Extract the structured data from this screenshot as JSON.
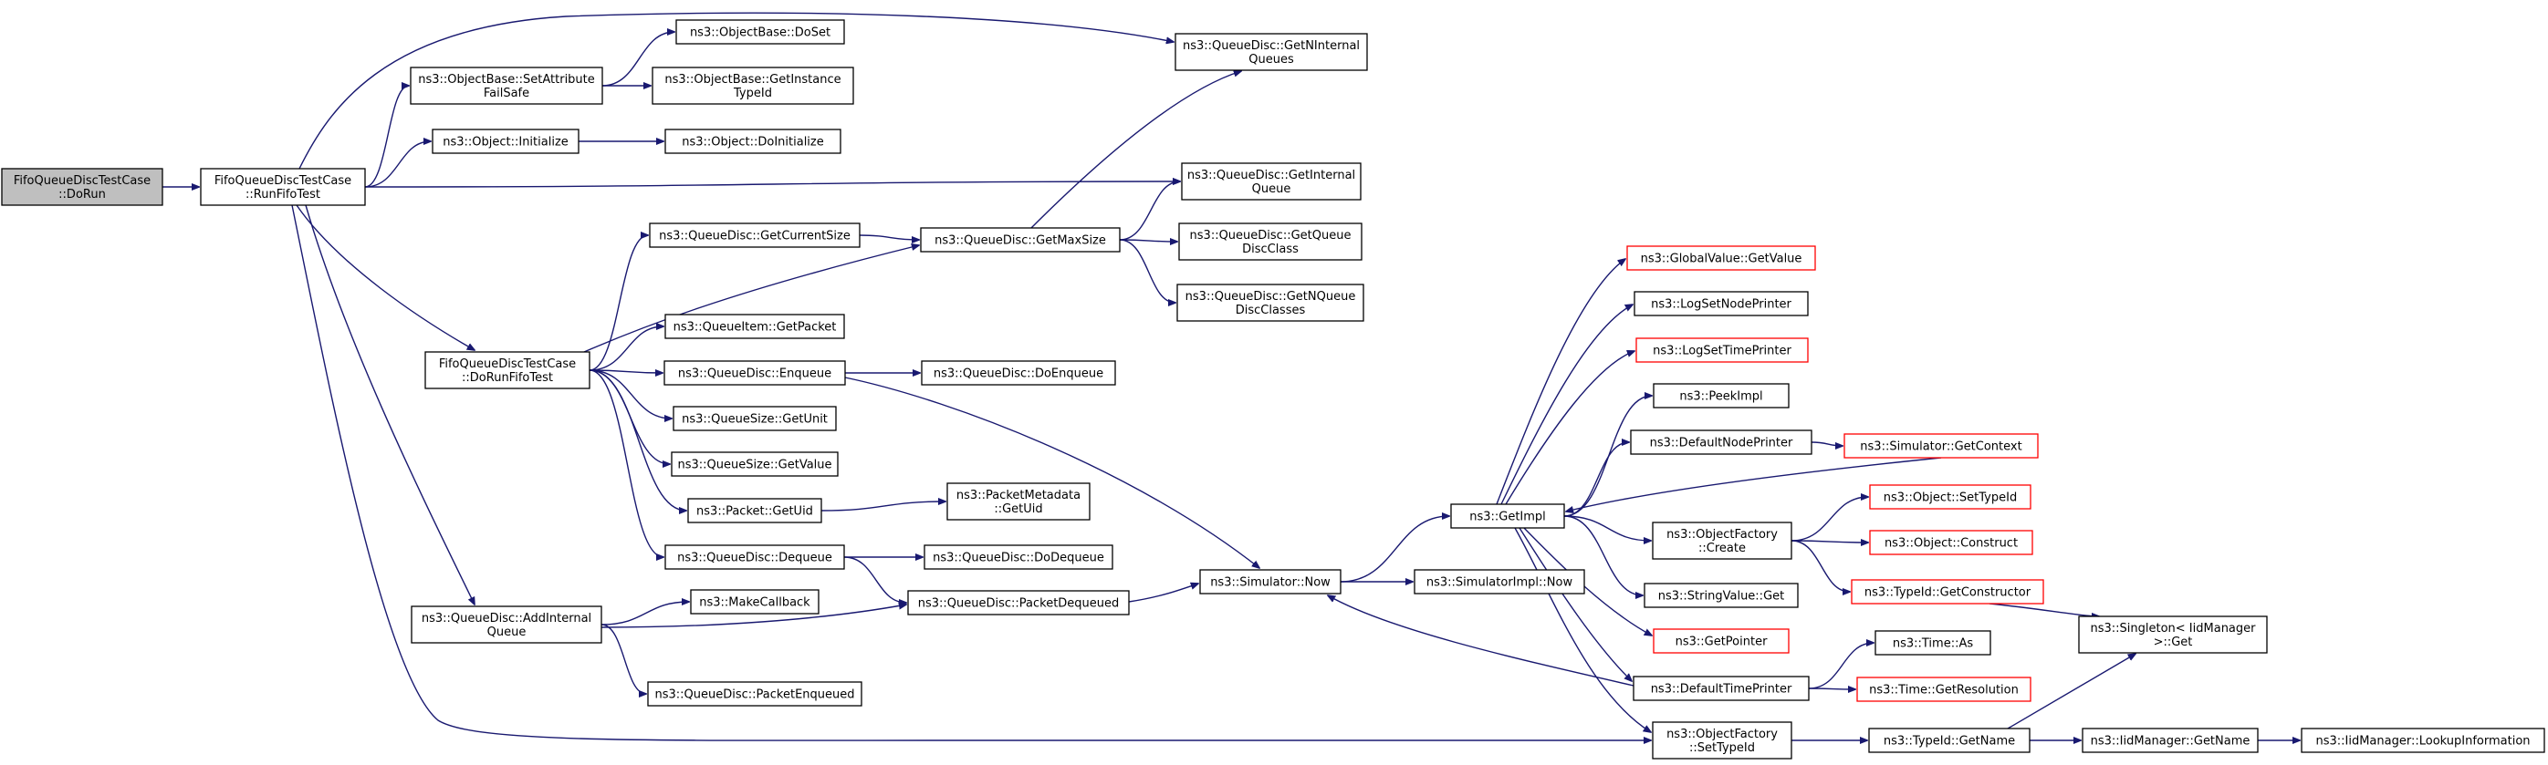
{
  "diagram": {
    "nodes": [
      {
        "id": "n0",
        "lines": [
          "FifoQueueDiscTestCase",
          "::DoRun"
        ],
        "start": true
      },
      {
        "id": "n1",
        "lines": [
          "FifoQueueDiscTestCase",
          "::RunFifoTest"
        ]
      },
      {
        "id": "n2",
        "lines": [
          "ns3::ObjectBase::SetAttribute",
          "FailSafe"
        ]
      },
      {
        "id": "n3",
        "lines": [
          "ns3::Object::Initialize"
        ]
      },
      {
        "id": "n4",
        "lines": [
          "FifoQueueDiscTestCase",
          "::DoRunFifoTest"
        ]
      },
      {
        "id": "n5",
        "lines": [
          "ns3::QueueDisc::AddInternal",
          "Queue"
        ]
      },
      {
        "id": "n6",
        "lines": [
          "ns3::ObjectBase::DoSet"
        ]
      },
      {
        "id": "n7",
        "lines": [
          "ns3::ObjectBase::GetInstance",
          "TypeId"
        ]
      },
      {
        "id": "n8",
        "lines": [
          "ns3::Object::DoInitialize"
        ]
      },
      {
        "id": "n9",
        "lines": [
          "ns3::QueueDisc::GetCurrentSize"
        ]
      },
      {
        "id": "n10",
        "lines": [
          "ns3::QueueItem::GetPacket"
        ]
      },
      {
        "id": "n11",
        "lines": [
          "ns3::QueueDisc::Enqueue"
        ]
      },
      {
        "id": "n12",
        "lines": [
          "ns3::QueueSize::GetUnit"
        ]
      },
      {
        "id": "n13",
        "lines": [
          "ns3::QueueSize::GetValue"
        ]
      },
      {
        "id": "n14",
        "lines": [
          "ns3::Packet::GetUid"
        ]
      },
      {
        "id": "n15",
        "lines": [
          "ns3::QueueDisc::Dequeue"
        ]
      },
      {
        "id": "n16",
        "lines": [
          "ns3::MakeCallback"
        ]
      },
      {
        "id": "n17",
        "lines": [
          "ns3::QueueDisc::PacketEnqueued"
        ]
      },
      {
        "id": "n18",
        "lines": [
          "ns3::QueueDisc::GetMaxSize"
        ]
      },
      {
        "id": "n19",
        "lines": [
          "ns3::QueueDisc::DoEnqueue"
        ]
      },
      {
        "id": "n20",
        "lines": [
          "ns3::PacketMetadata",
          "::GetUid"
        ]
      },
      {
        "id": "n21",
        "lines": [
          "ns3::QueueDisc::DoDequeue"
        ]
      },
      {
        "id": "n22",
        "lines": [
          "ns3::QueueDisc::PacketDequeued"
        ]
      },
      {
        "id": "n23",
        "lines": [
          "ns3::QueueDisc::GetNInternal",
          "Queues"
        ]
      },
      {
        "id": "n24",
        "lines": [
          "ns3::QueueDisc::GetInternal",
          "Queue"
        ]
      },
      {
        "id": "n25",
        "lines": [
          "ns3::QueueDisc::GetQueue",
          "DiscClass"
        ]
      },
      {
        "id": "n26",
        "lines": [
          "ns3::QueueDisc::GetNQueue",
          "DiscClasses"
        ]
      },
      {
        "id": "n27",
        "lines": [
          "ns3::Simulator::Now"
        ]
      },
      {
        "id": "n28",
        "lines": [
          "ns3::SimulatorImpl::Now"
        ]
      },
      {
        "id": "n29",
        "lines": [
          "ns3::GetImpl"
        ]
      },
      {
        "id": "n30",
        "lines": [
          "ns3::GlobalValue::GetValue"
        ],
        "truncated": true
      },
      {
        "id": "n31",
        "lines": [
          "ns3::LogSetNodePrinter"
        ]
      },
      {
        "id": "n32",
        "lines": [
          "ns3::LogSetTimePrinter"
        ],
        "truncated": true
      },
      {
        "id": "n33",
        "lines": [
          "ns3::PeekImpl"
        ]
      },
      {
        "id": "n34",
        "lines": [
          "ns3::DefaultNodePrinter"
        ]
      },
      {
        "id": "n35",
        "lines": [
          "ns3::ObjectFactory",
          "::Create"
        ]
      },
      {
        "id": "n36",
        "lines": [
          "ns3::StringValue::Get"
        ]
      },
      {
        "id": "n37",
        "lines": [
          "ns3::GetPointer"
        ],
        "truncated": true
      },
      {
        "id": "n38",
        "lines": [
          "ns3::DefaultTimePrinter"
        ]
      },
      {
        "id": "n39",
        "lines": [
          "ns3::ObjectFactory",
          "::SetTypeId"
        ]
      },
      {
        "id": "n40",
        "lines": [
          "ns3::Simulator::GetContext"
        ],
        "truncated": true
      },
      {
        "id": "n41",
        "lines": [
          "ns3::Object::SetTypeId"
        ],
        "truncated": true
      },
      {
        "id": "n42",
        "lines": [
          "ns3::Object::Construct"
        ],
        "truncated": true
      },
      {
        "id": "n43",
        "lines": [
          "ns3::TypeId::GetConstructor"
        ],
        "truncated": true
      },
      {
        "id": "n44",
        "lines": [
          "ns3::Time::As"
        ]
      },
      {
        "id": "n45",
        "lines": [
          "ns3::Time::GetResolution"
        ],
        "truncated": true
      },
      {
        "id": "n46",
        "lines": [
          "ns3::TypeId::GetName"
        ]
      },
      {
        "id": "n47",
        "lines": [
          "ns3::Singleton< IidManager",
          " >::Get"
        ]
      },
      {
        "id": "n48",
        "lines": [
          "ns3::IidManager::GetName"
        ]
      },
      {
        "id": "n49",
        "lines": [
          "ns3::IidManager::LookupInformation"
        ]
      }
    ],
    "edges": [
      [
        "n0",
        "n1"
      ],
      [
        "n1",
        "n23"
      ],
      [
        "n1",
        "n2"
      ],
      [
        "n1",
        "n3"
      ],
      [
        "n1",
        "n24"
      ],
      [
        "n1",
        "n4"
      ],
      [
        "n1",
        "n5"
      ],
      [
        "n1",
        "n39"
      ],
      [
        "n2",
        "n6"
      ],
      [
        "n2",
        "n7"
      ],
      [
        "n3",
        "n8"
      ],
      [
        "n4",
        "n9"
      ],
      [
        "n4",
        "n18"
      ],
      [
        "n4",
        "n10"
      ],
      [
        "n4",
        "n11"
      ],
      [
        "n4",
        "n12"
      ],
      [
        "n4",
        "n13"
      ],
      [
        "n4",
        "n14"
      ],
      [
        "n4",
        "n15"
      ],
      [
        "n9",
        "n18"
      ],
      [
        "n18",
        "n23"
      ],
      [
        "n18",
        "n24"
      ],
      [
        "n18",
        "n25"
      ],
      [
        "n18",
        "n26"
      ],
      [
        "n11",
        "n19"
      ],
      [
        "n11",
        "n27"
      ],
      [
        "n14",
        "n20"
      ],
      [
        "n15",
        "n21"
      ],
      [
        "n15",
        "n22"
      ],
      [
        "n5",
        "n16"
      ],
      [
        "n5",
        "n22"
      ],
      [
        "n5",
        "n17"
      ],
      [
        "n22",
        "n27"
      ],
      [
        "n27",
        "n28"
      ],
      [
        "n27",
        "n29"
      ],
      [
        "n29",
        "n30"
      ],
      [
        "n29",
        "n31"
      ],
      [
        "n29",
        "n32"
      ],
      [
        "n29",
        "n33"
      ],
      [
        "n29",
        "n34"
      ],
      [
        "n29",
        "n35"
      ],
      [
        "n29",
        "n36"
      ],
      [
        "n29",
        "n37"
      ],
      [
        "n29",
        "n38"
      ],
      [
        "n29",
        "n39"
      ],
      [
        "n34",
        "n40"
      ],
      [
        "n40",
        "n29"
      ],
      [
        "n35",
        "n41"
      ],
      [
        "n35",
        "n42"
      ],
      [
        "n35",
        "n43"
      ],
      [
        "n43",
        "n47"
      ],
      [
        "n38",
        "n44"
      ],
      [
        "n38",
        "n45"
      ],
      [
        "n38",
        "n27"
      ],
      [
        "n39",
        "n46"
      ],
      [
        "n46",
        "n47"
      ],
      [
        "n46",
        "n48"
      ],
      [
        "n48",
        "n49"
      ]
    ]
  }
}
